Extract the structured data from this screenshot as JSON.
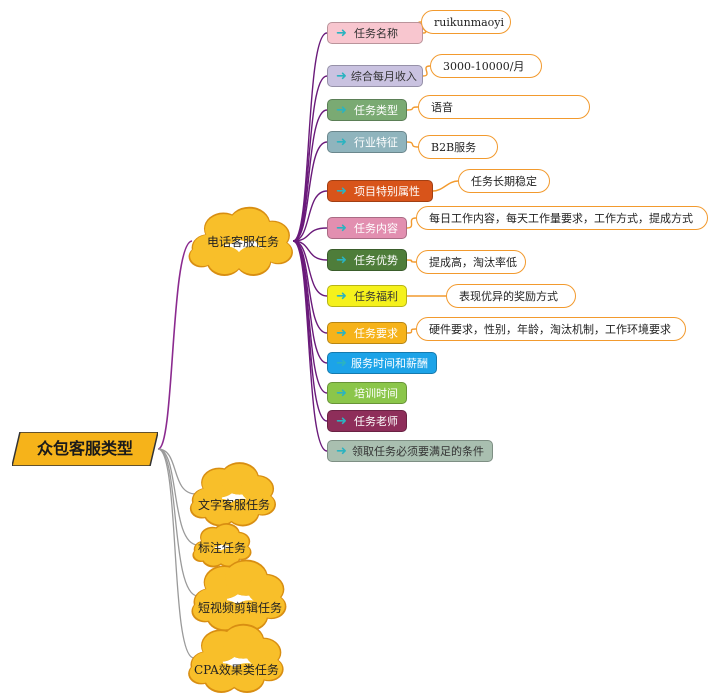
{
  "root": {
    "label": "众包客服类型",
    "fill": "#f6b31a"
  },
  "main_topic": {
    "label": "电话客服任务"
  },
  "sub_items": [
    {
      "label": "任务名称",
      "fill": "#f8c6cf",
      "text_color": "#333333",
      "detail": "ruikunmaoyi"
    },
    {
      "label": "综合每月收入",
      "fill": "#c9c2e0",
      "text_color": "#333333",
      "detail": "3000-10000/月"
    },
    {
      "label": "任务类型",
      "fill": "#7aaa73",
      "text_color": "#ffffff",
      "detail": "语音"
    },
    {
      "label": "行业特征",
      "fill": "#8fb4bd",
      "text_color": "#ffffff",
      "detail": "B2B服务"
    },
    {
      "label": "项目特别属性",
      "fill": "#d8541a",
      "text_color": "#ffffff",
      "detail": "任务长期稳定"
    },
    {
      "label": "任务内容",
      "fill": "#e28fb0",
      "text_color": "#ffffff",
      "detail": "每日工作内容，每天工作量要求，工作方式，提成方式"
    },
    {
      "label": "任务优势",
      "fill": "#4e7d3a",
      "text_color": "#ffffff",
      "detail": "提成高，淘汰率低"
    },
    {
      "label": "任务福利",
      "fill": "#f5f11c",
      "text_color": "#333333",
      "detail": "表现优异的奖励方式"
    },
    {
      "label": "任务要求",
      "fill": "#f6b31a",
      "text_color": "#ffffff",
      "detail": "硬件要求，性别，年龄，淘汰机制，工作环境要求"
    },
    {
      "label": "服务时间和薪酬",
      "fill": "#1ca3e8",
      "text_color": "#ffffff",
      "detail": ""
    },
    {
      "label": "培训时间",
      "fill": "#8bc64a",
      "text_color": "#ffffff",
      "detail": ""
    },
    {
      "label": "任务老师",
      "fill": "#8e2e5a",
      "text_color": "#ffffff",
      "detail": ""
    },
    {
      "label": "领取任务必须要满足的条件",
      "fill": "#a9bfb0",
      "text_color": "#333333",
      "detail": ""
    }
  ],
  "other_topics": [
    {
      "label": "文字客服任务"
    },
    {
      "label": "标注任务"
    },
    {
      "label": "短视频剪辑任务"
    },
    {
      "label": "CPA效果类任务"
    }
  ],
  "colors": {
    "main_branch": "#8b2a8f",
    "sub_branch": "#6a1a7a",
    "lower_branch": "#9a9a9a",
    "cloud_fill": "#f8bf2a",
    "cloud_stroke": "#d88e12",
    "info_border": "#f29a2e",
    "arrow": "#2bb3c0"
  }
}
